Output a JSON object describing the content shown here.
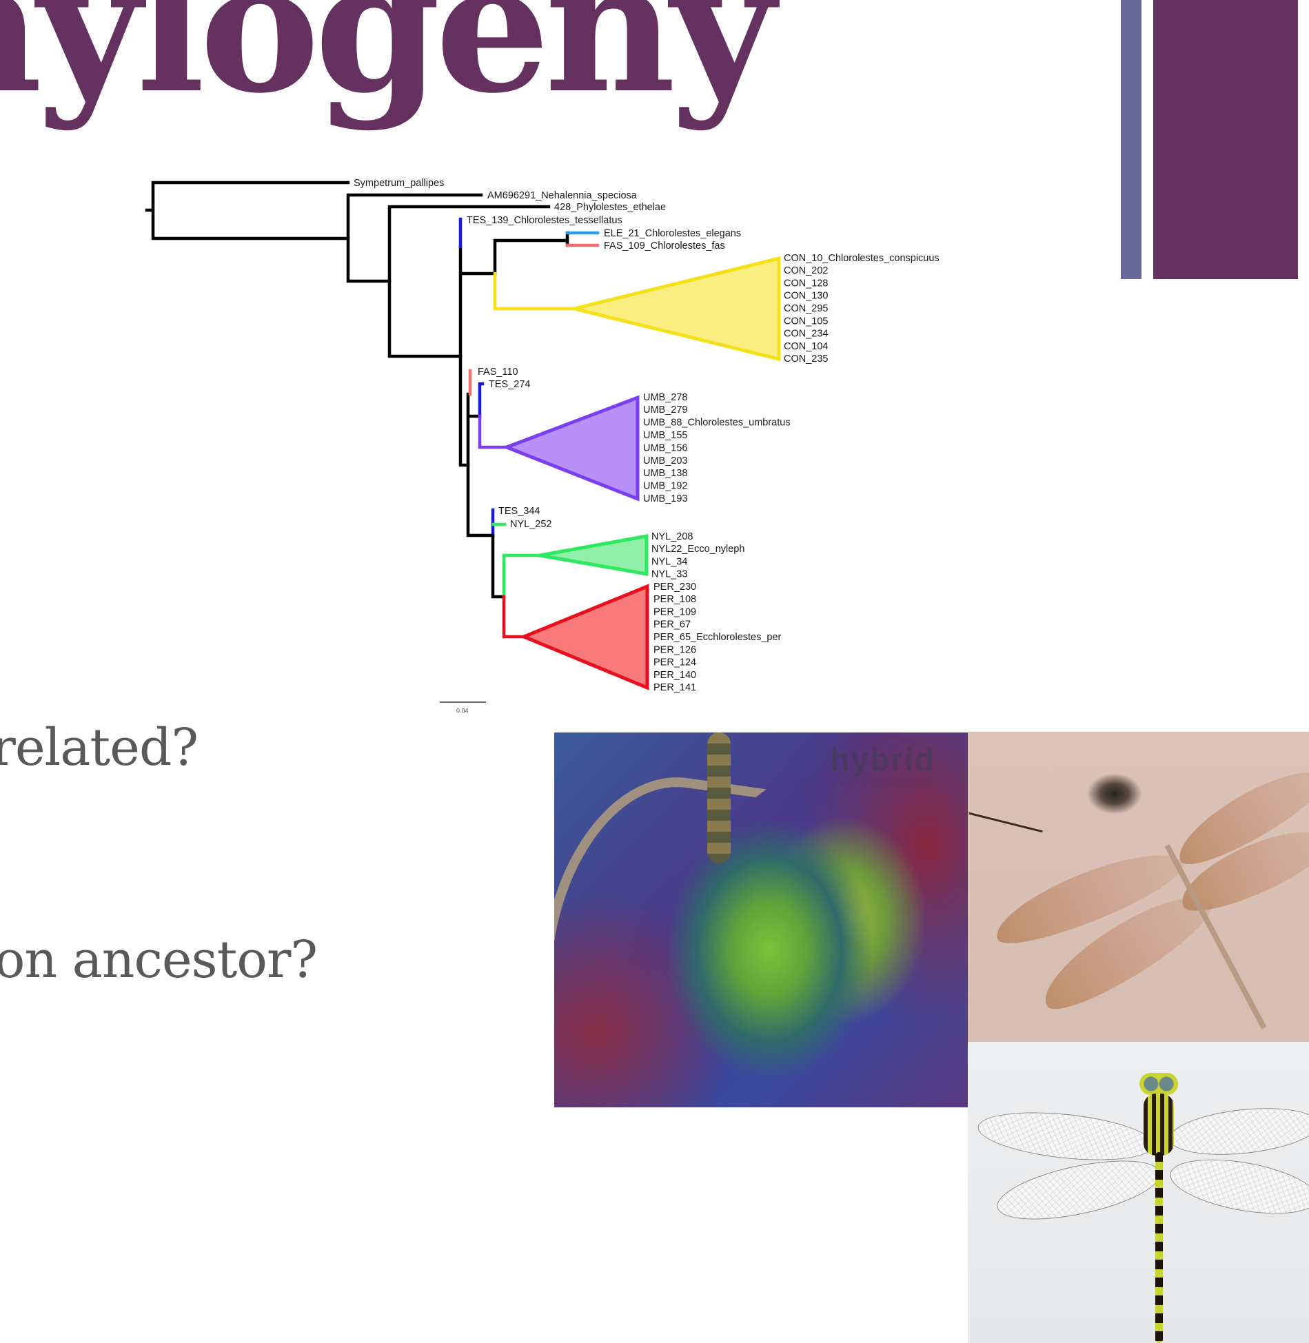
{
  "slide": {
    "title": "Phylogeny",
    "title_color": "#65325f",
    "accent_colors": {
      "thin_bar": "#676897",
      "wide_bar": "#65325f"
    },
    "bullets": [
      {
        "text": "How are organisms related?"
      },
      {
        "text": "Who is the common ancestor?"
      }
    ]
  },
  "tree": {
    "scale_bar_label": "0.04",
    "outgroups": [
      {
        "label": "Sympetrum_pallipes"
      },
      {
        "label": "AM696291_Nehalennia_speciosa"
      },
      {
        "label": "428_Phylolestes_ethelae"
      }
    ],
    "tips": [
      {
        "label": "TES_139_Chlorolestes_tessellatus",
        "color": "#1a1ad8"
      },
      {
        "label": "ELE_21_Chlorolestes_elegans",
        "color": "#2a9be6"
      },
      {
        "label": "FAS_109_Chlorolestes_fas",
        "color": "#f07070"
      },
      {
        "label": "FAS_110",
        "color": "#f07070"
      },
      {
        "label": "TES_274",
        "color": "#1a1ad8"
      },
      {
        "label": "TES_344",
        "color": "#1a1ad8"
      },
      {
        "label": "NYL_252",
        "color": "#2ee860"
      }
    ],
    "clades": [
      {
        "name": "CON",
        "stroke": "#f5e11a",
        "fill": "#fbee80",
        "labels": [
          "CON_10_Chlorolestes_conspicuus",
          "CON_202",
          "CON_128",
          "CON_130",
          "CON_295",
          "CON_105",
          "CON_234",
          "CON_104",
          "CON_235"
        ]
      },
      {
        "name": "UMB",
        "stroke": "#7a3ff0",
        "fill": "#b790f8",
        "labels": [
          "UMB_278",
          "UMB_279",
          "UMB_88_Chlorolestes_umbratus",
          "UMB_155",
          "UMB_156",
          "UMB_203",
          "UMB_138",
          "UMB_192",
          "UMB_193"
        ]
      },
      {
        "name": "NYL",
        "stroke": "#2ee860",
        "fill": "#90f0a8",
        "labels": [
          "NYL_208",
          "NYL22_Ecco_nyleph",
          "NYL_34",
          "NYL_33"
        ]
      },
      {
        "name": "PER",
        "stroke": "#e8101e",
        "fill": "#f87a7a",
        "labels": [
          "PER_230",
          "PER_108",
          "PER_109",
          "PER_67",
          "PER_65_Ecchlorolestes_per",
          "PER_126",
          "PER_124",
          "PER_140",
          "PER_141"
        ]
      }
    ]
  },
  "images": [
    {
      "name": "bacteria-illustration",
      "watermark": "hybrid",
      "watermark_sub": "medical animation"
    },
    {
      "name": "dragonfly-fossil"
    },
    {
      "name": "dragonfly-specimen"
    }
  ]
}
